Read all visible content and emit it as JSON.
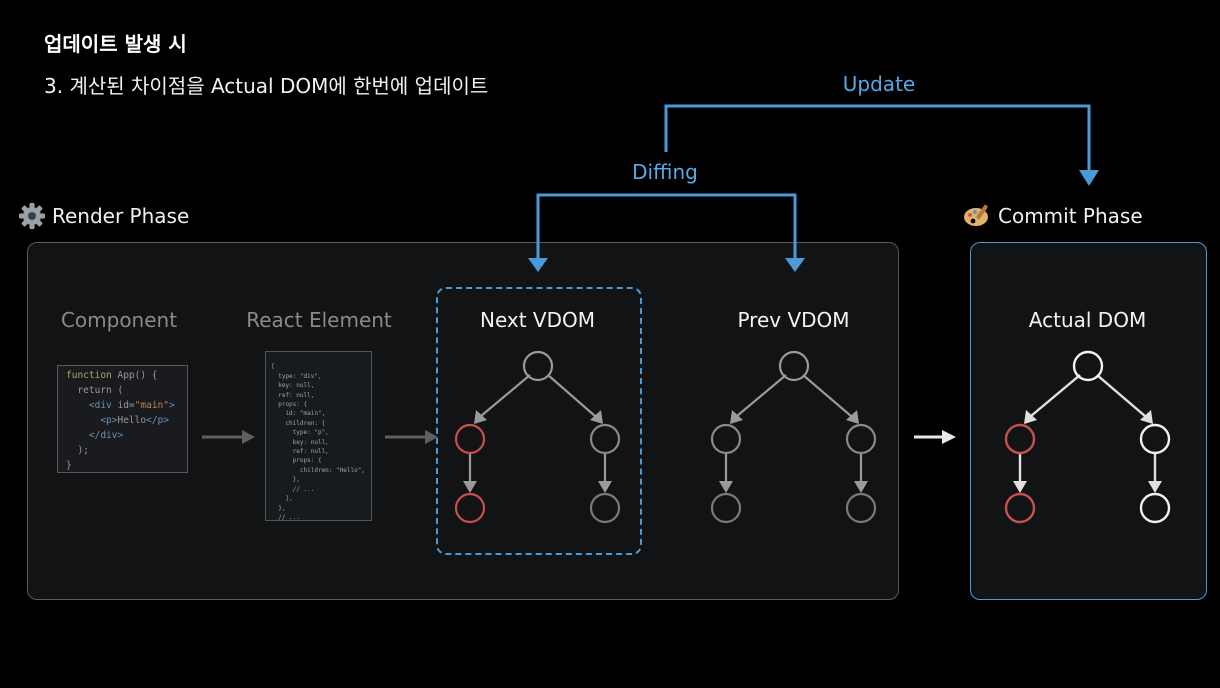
{
  "header": {
    "title": "업데이트 발생 시",
    "subtitle": "3. 계산된 차이점을 Actual DOM에 한번에 업데이트"
  },
  "phases": {
    "render": {
      "label": "Render Phase",
      "icon": "gear-icon"
    },
    "commit": {
      "label": "Commit Phase",
      "icon": "palette-icon"
    }
  },
  "flows": {
    "diffing": "Diffing",
    "update": "Update"
  },
  "columns": {
    "component": "Component",
    "react_element": "React Element",
    "next_vdom": "Next VDOM",
    "prev_vdom": "Prev VDOM",
    "actual_dom": "Actual DOM"
  },
  "code": {
    "line1_kw": "function",
    "line1_rest": " App() {",
    "line2": "  return (",
    "line3_open": "    <div ",
    "line3_attr": "id=",
    "line3_str": "\"main\"",
    "line3_close": ">",
    "line4_open": "      <p>",
    "line4_text": "Hello",
    "line4_close": "</p>",
    "line5": "    </div>",
    "line6": "  );",
    "line7": "}"
  },
  "element_object": [
    "{",
    "  type: \"div\",",
    "  key: null,",
    "  ref: null,",
    "  props: {",
    "    id: \"main\",",
    "    children: {",
    "      type: \"p\",",
    "      key: null,",
    "      ref: null,",
    "      props: {",
    "        children: \"Hello\",",
    "      },",
    "      // ...",
    "    },",
    "  },",
    "  // ...",
    "};"
  ],
  "colors": {
    "accent": "#4a9ad8",
    "changed_node": "#d9534f",
    "node": "#e8e8e8",
    "dim_node": "#8c8c8c"
  }
}
